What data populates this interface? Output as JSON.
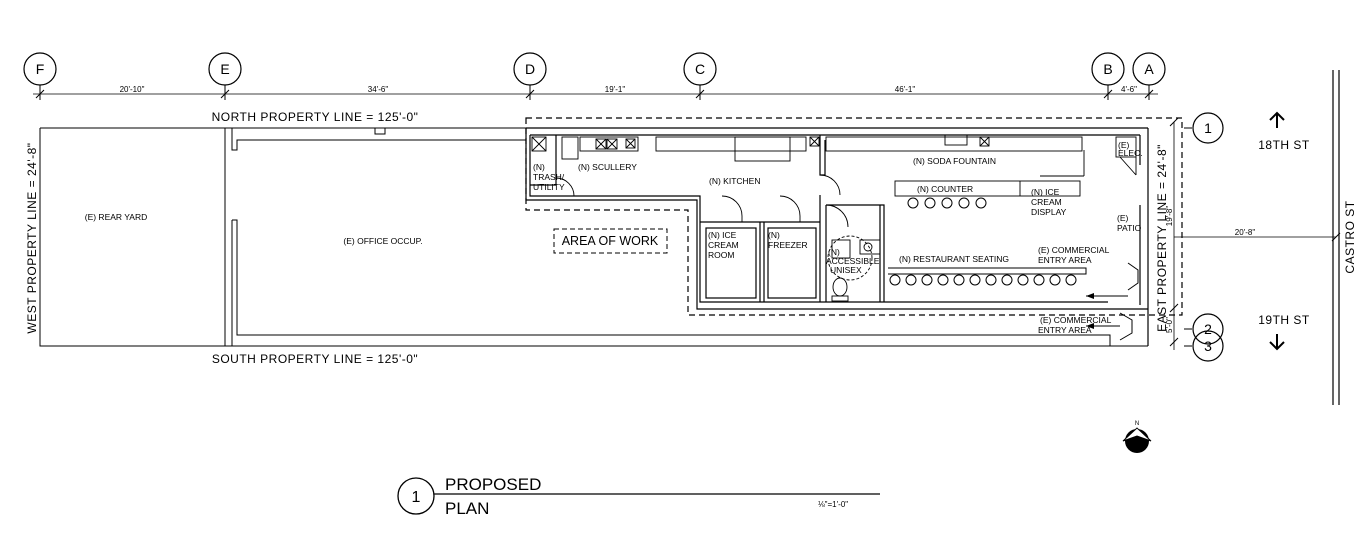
{
  "grid_lines": [
    "F",
    "E",
    "D",
    "C",
    "B",
    "A"
  ],
  "grid_dimensions": [
    "20'-10\"",
    "34'-6\"",
    "19'-1\"",
    "46'-1\"",
    "4'-6\""
  ],
  "row_lines": [
    "1",
    "2",
    "3"
  ],
  "property_lines": {
    "north": "NORTH PROPERTY LINE = 125'-0\"",
    "south": "SOUTH PROPERTY LINE = 125'-0\"",
    "west": "WEST PROPERTY LINE = 24'-8\"",
    "east": "EAST PROPERTY LINE = 24'-8\""
  },
  "streets": {
    "north": "18TH ST",
    "south": "19TH ST",
    "east": "CASTRO ST"
  },
  "dimensions": {
    "east_row_1_2": "19'-8\"",
    "east_row_2_3": "5'-0\"",
    "to_castro": "20'-8\""
  },
  "spaces": {
    "rear_yard": "(E) REAR YARD",
    "office": "(E) OFFICE OCCUP.",
    "area_of_work": "AREA OF WORK",
    "trash_1": "(N)",
    "trash_2": "TRASH/",
    "trash_3": "UTILITY",
    "scullery": "(N) SCULLERY",
    "kitchen": "(N) KITCHEN",
    "soda_fountain": "(N) SODA FOUNTAIN",
    "counter": "(N) COUNTER",
    "ice_display_1": "(N) ICE",
    "ice_display_2": "CREAM",
    "ice_display_3": "DISPLAY",
    "elec_1": "(E)",
    "elec_2": "ELEC.",
    "patio_1": "(E)",
    "patio_2": "PATIO",
    "ice_room_1": "(N) ICE",
    "ice_room_2": "CREAM",
    "ice_room_3": "ROOM",
    "freezer_1": "(N)",
    "freezer_2": "FREEZER",
    "restroom_1": "(N)",
    "restroom_2": "ACCESSIBLE",
    "restroom_3": "UNISEX",
    "seating": "(N) RESTAURANT SEATING",
    "entry_1_line1": "(E) COMMERCIAL",
    "entry_1_line2": "ENTRY AREA",
    "entry_2_line1": "(E) COMMERCIAL",
    "entry_2_line2": "ENTRY AREA"
  },
  "north_arrow": "N",
  "title": {
    "number": "1",
    "line1": "PROPOSED",
    "line2": "PLAN",
    "scale": "⅛\"=1'-0\""
  }
}
